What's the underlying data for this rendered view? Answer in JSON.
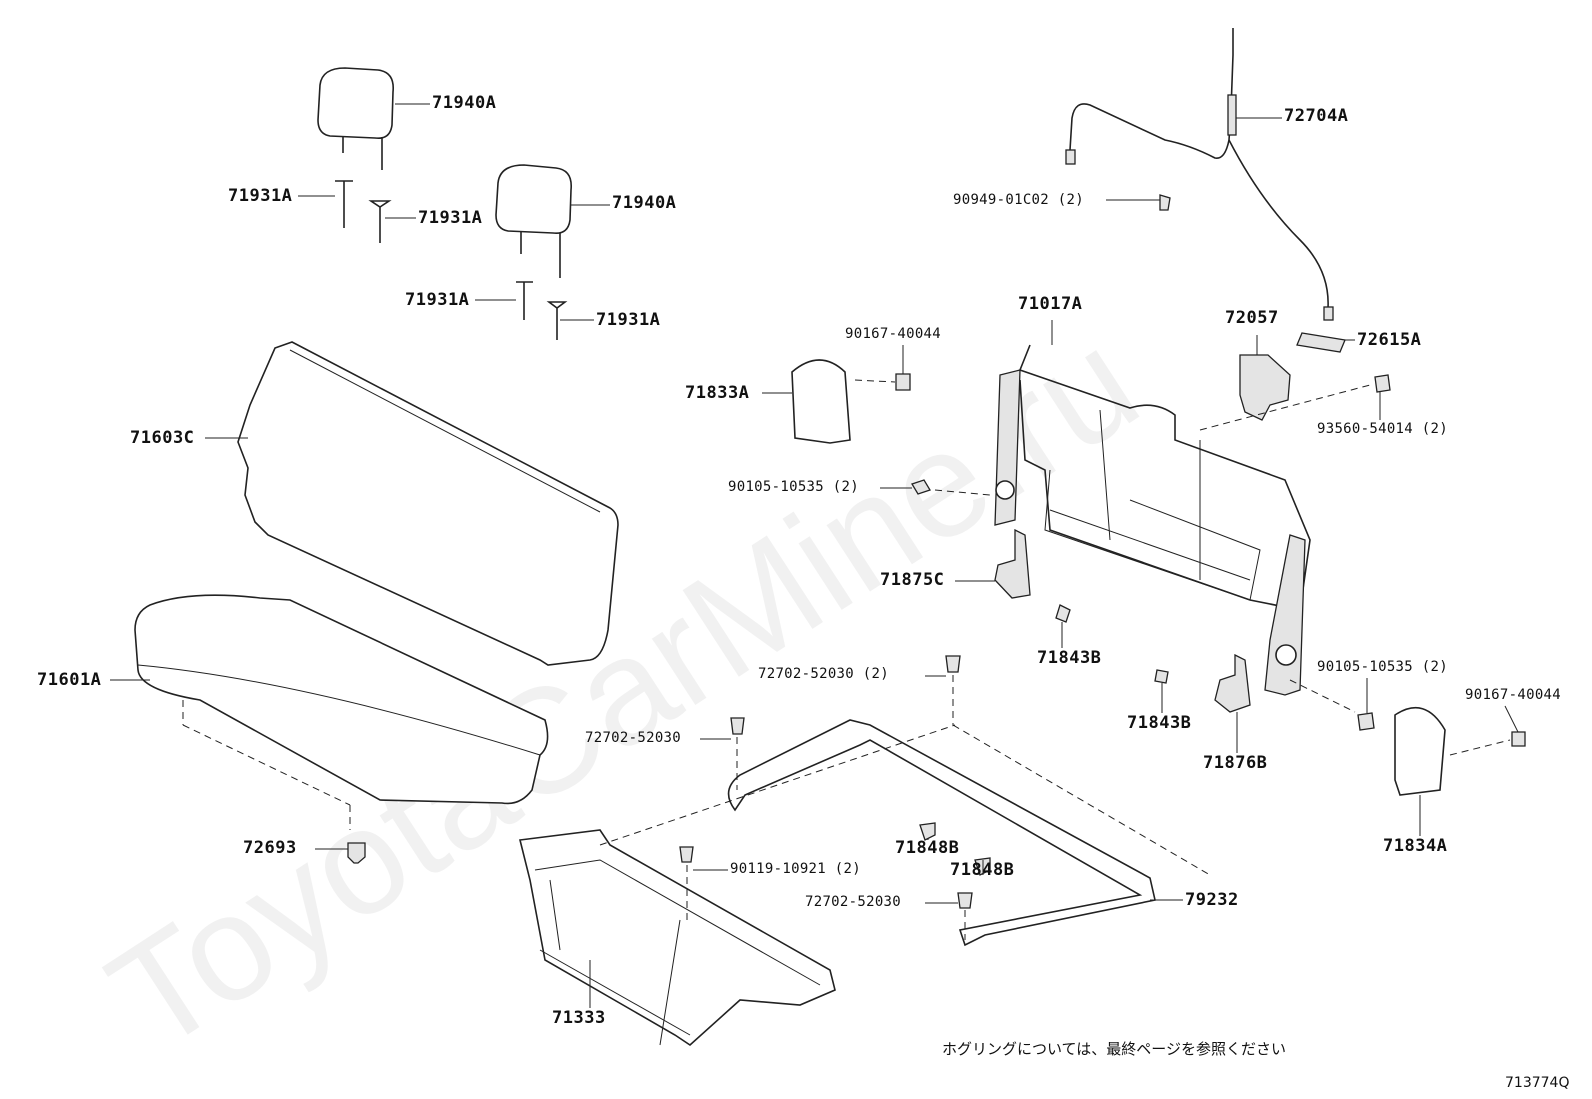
{
  "watermark": "ToyotaCarMine.ru",
  "note": "ホグリングについては、最終ページを参照ください",
  "diagram_code": "713774Q",
  "labels": {
    "headrest_1": "71940A",
    "headrest_2": "71940A",
    "support_1": "71931A",
    "support_2": "71931A",
    "support_3": "71931A",
    "support_4": "71931A",
    "back_cover": "71603C",
    "cushion": "71601A",
    "clip_72693": "72693",
    "cable": "72704A",
    "clamp": "90949-01C02 (2)",
    "back_frame": "71017A",
    "lock_72057": "72057",
    "cover_72615": "72615A",
    "bolt_90167_left": "90167-40044",
    "cover_71833": "71833A",
    "screw_93560": "93560-54014 (2)",
    "bolt_90105_left": "90105-10535 (2)",
    "bracket_71875": "71875C",
    "bolt_72702_top": "72702-52030 (2)",
    "stopper_left": "71843B",
    "stopper_right": "71843B",
    "bolt_90105_right": "90105-10535 (2)",
    "bolt_90167_right": "90167-40044",
    "bracket_71876": "71876B",
    "bolt_72702_left": "72702-52030",
    "cover_71834": "71834A",
    "clip_71848_1": "71848B",
    "clip_71848_2": "71848B",
    "bolt_90119": "90119-10921 (2)",
    "bolt_72702_bottom": "72702-52030",
    "frame_79232": "79232",
    "frame_71333": "71333"
  }
}
